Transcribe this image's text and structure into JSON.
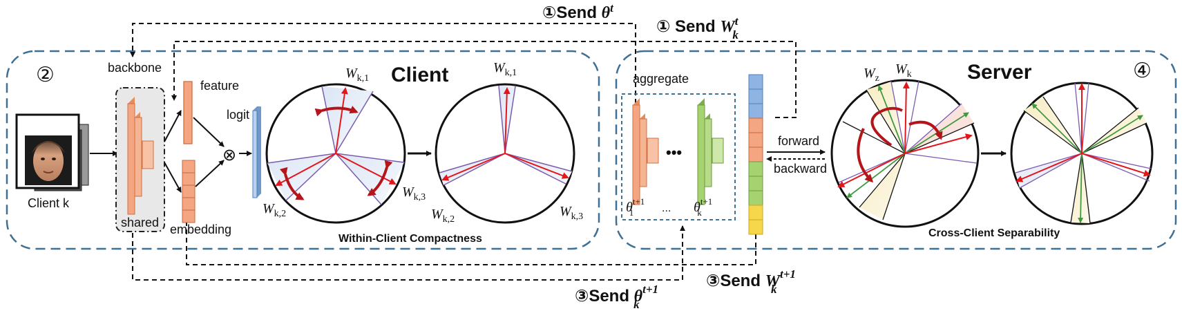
{
  "labels": {
    "client_title": "Client",
    "server_title": "Server",
    "backbone": "backbone",
    "feature": "feature",
    "logit": "logit",
    "shared": "shared",
    "embedding": "embedding",
    "client_k": "Client k",
    "aggregate": "aggregate",
    "forward": "forward",
    "backward": "backward",
    "within": "Within-Client Compactness",
    "cross": "Cross-Client Separability",
    "step2": "②",
    "step4": "④",
    "dots": "•••",
    "dots_small": "...",
    "otimes": "⊗"
  },
  "steps": {
    "send_theta_t": {
      "prefix": "①Send ",
      "sym": "θ",
      "sup": "t"
    },
    "send_wk_t": {
      "prefix": "① Send ",
      "sym": "W",
      "sub": "k",
      "sup": "t"
    },
    "send_theta_next": {
      "prefix": "③Send ",
      "sym": "θ",
      "sub": "k",
      "sup": "t+1"
    },
    "send_wk_next": {
      "prefix": "③Send ",
      "sym": "W",
      "sub": "k",
      "sup": "t+1"
    }
  },
  "weights": {
    "w": "W",
    "k1": "k,1",
    "k2": "k,2",
    "k3": "k,3",
    "z": "z",
    "k": "k"
  },
  "aggregate_params": {
    "theta": "θ",
    "sub1": "1",
    "subk": "k",
    "sup": "t+1"
  },
  "colors": {
    "dashed_box": "#3f6f93",
    "orange": "#f4a582",
    "green": "#a6d36f",
    "blue": "#8fb4e3",
    "yellow": "#f6d64a",
    "red_arrow": "#e3161b",
    "dark_red": "#b3151a",
    "purple_line": "#7b5bb0"
  },
  "icons": {
    "face_stack": "face-portrait-stack",
    "step2": "circled-2-icon",
    "step4": "circled-4-icon"
  }
}
